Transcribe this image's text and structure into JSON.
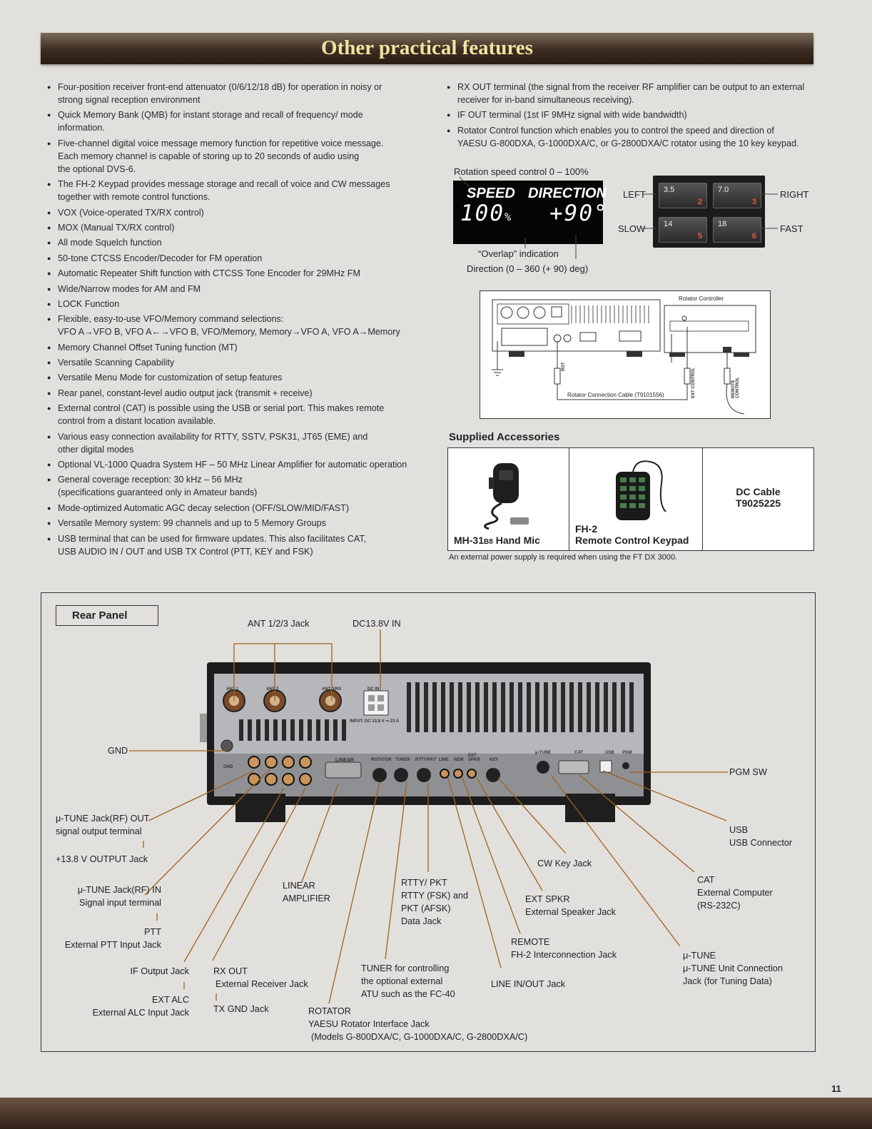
{
  "header": {
    "title": "Other practical features"
  },
  "features_left": [
    [
      "Four-position receiver front-end attenuator (0/6/12/18 dB) for operation in noisy or",
      "strong signal reception environment"
    ],
    [
      "Quick Memory Bank (QMB) for instant storage and recall of frequency/ mode",
      "information."
    ],
    [
      "Five-channel digital voice message memory function for repetitive voice message.",
      "Each memory channel is capable of storing up to 20 seconds of audio using",
      "the optional DVS-6."
    ],
    [
      "The FH-2 Keypad provides message storage and recall of voice and CW messages",
      "together with remote control functions."
    ],
    [
      "VOX (Voice-operated TX/RX control)"
    ],
    [
      "MOX (Manual TX/RX control)"
    ],
    [
      "All mode Squelch function"
    ],
    [
      "50-tone CTCSS Encoder/Decoder for FM operation"
    ],
    [
      "Automatic Repeater Shift function with CTCSS Tone Encoder for 29MHz FM"
    ],
    [
      "Wide/Narrow modes for AM and FM"
    ],
    [
      "LOCK Function"
    ],
    [
      "Flexible, easy-to-use VFO/Memory command selections:",
      "VFO A→VFO B, VFO A←→VFO B, VFO/Memory, Memory→VFO A, VFO A→Memory"
    ],
    [
      "Memory Channel Offset Tuning function (MT)"
    ],
    [
      "Versatile Scanning Capability"
    ],
    [
      "Versatile Menu Mode for customization of setup features"
    ],
    [
      "Rear panel, constant-level audio output jack (transmit + receive)"
    ],
    [
      "External control (CAT) is possible using the USB or serial port. This makes remote",
      "control from a distant location available."
    ],
    [
      "Various easy connection availability for RTTY, SSTV, PSK31, JT65 (EME) and",
      "other digital modes"
    ],
    [
      "Optional VL-1000 Quadra System HF – 50 MHz Linear Amplifier for automatic operation"
    ],
    [
      "General coverage reception: 30 kHz – 56 MHz",
      "(specifications guaranteed only in Amateur bands)"
    ],
    [
      "Mode-optimized Automatic AGC decay selection (OFF/SLOW/MID/FAST)"
    ],
    [
      "Versatile Memory system: 99 channels and up to 5 Memory Groups"
    ],
    [
      "USB terminal that can be used for firmware updates. This also facilitates CAT,",
      "USB AUDIO IN / OUT and USB TX Control (PTT, KEY and FSK)"
    ]
  ],
  "features_right": [
    [
      "RX OUT terminal (the signal from the receiver RF amplifier can be output to an external",
      "receiver for in-band simultaneous receiving)."
    ],
    [
      "IF OUT terminal (1st IF 9MHz signal with wide bandwidth)"
    ],
    [
      "Rotator Control function which enables you to control the speed and direction of",
      "YAESU G-800DXA, G-1000DXA/C, or G-2800DXA/C rotator using the 10 key keypad."
    ]
  ],
  "rotator": {
    "speed_caption": "Rotation speed control 0 – 100%",
    "lcd": {
      "speed_label": "SPEED",
      "direction_label": "DIRECTION",
      "speed_value": "100",
      "speed_unit": "%",
      "direction_value": "+90°"
    },
    "overlap_caption": "“Overlap” indication",
    "direction_caption": "Direction (0 – 360 (+ 90) deg)",
    "keys": [
      {
        "top": "3.5",
        "num": "2"
      },
      {
        "top": "7.0",
        "num": "3"
      },
      {
        "top": "14",
        "num": "5"
      },
      {
        "top": "18",
        "num": "6"
      }
    ],
    "left": "LEFT",
    "right": "RIGHT",
    "slow": "SLOW",
    "fast": "FAST",
    "diagram": {
      "controller": "Rotator Controller",
      "cable": "Rotator Connection Cable (T9101556)",
      "rot": "ROT",
      "ext": "EXT CONTROL",
      "remote": "REMOTE CONTROL"
    }
  },
  "accessories": {
    "title": "Supplied Accessories",
    "items": [
      {
        "name": "MH-31B8 Hand Mic",
        "model_prefix": "MH-31",
        "model_sub": "B8",
        "suffix": " Hand Mic"
      },
      {
        "line1": "FH-2",
        "line2": "Remote Control Keypad"
      },
      {
        "line1": "DC Cable",
        "line2": "T9025225"
      }
    ],
    "note": "An external power supply is required when using the FT DX 3000."
  },
  "rear_panel": {
    "title": "Rear Panel",
    "labels": {
      "ant": "ANT 1/2/3 Jack",
      "dc": "DC13.8V IN",
      "gnd": "GND",
      "pgm": "PGM SW",
      "tune_out": [
        "μ-TUNE Jack(RF) OUT",
        "signal output terminal"
      ],
      "out138": "+13.8 V OUTPUT Jack",
      "tune_in": [
        "μ-TUNE Jack(RF) IN",
        "Signal input terminal"
      ],
      "ptt": [
        "PTT",
        "External PTT Input Jack"
      ],
      "if_out": "IF Output Jack",
      "ext_alc": [
        "EXT ALC",
        "External ALC Input Jack"
      ],
      "rx_out": [
        "RX OUT",
        "External Receiver Jack"
      ],
      "tx_gnd": "TX GND Jack",
      "linear": [
        "LINEAR",
        "AMPLIFIER"
      ],
      "rtty": [
        "RTTY/ PKT",
        "RTTY (FSK) and",
        "PKT (AFSK)",
        "Data Jack"
      ],
      "tuner": [
        "TUNER for controlling",
        "the optional external",
        "ATU such as the FC-40"
      ],
      "rotator": [
        "ROTATOR",
        "YAESU Rotator Interface Jack",
        "(Models G-800DXA/C, G-1000DXA/C, G-2800DXA/C)"
      ],
      "cw_key": "CW Key Jack",
      "ext_spkr": [
        "EXT SPKR",
        "External Speaker Jack"
      ],
      "remote": [
        "REMOTE",
        "FH-2 Interconnection Jack"
      ],
      "line_io": "LINE IN/OUT Jack",
      "usb": [
        "USB",
        "USB Connector"
      ],
      "cat": [
        "CAT",
        "External Computer",
        "(RS-232C)"
      ],
      "mtune": [
        "μ-TUNE",
        "μ-TUNE Unit Connection",
        "Jack (for Tuning Data)"
      ]
    },
    "panel_text": {
      "ant1": "ANT 1",
      "ant2": "ANT 2",
      "ant3": "ANT 3/RX",
      "dcin": "DC IN",
      "input": "INPUT: DC 13.8 V ⎓ 23 A",
      "gnd": "GND",
      "linear": "LINEAR",
      "rotator": "ROTATOR",
      "tuner": "TUNER",
      "rtty": "RTTY/PKT",
      "line": "LINE",
      "rem": "REM",
      "extspkr": "EXT SPKR",
      "key": "KEY",
      "mtune": "μ-TUNE",
      "cat": "CAT",
      "usb": "USB",
      "pgm": "PGM"
    }
  },
  "page_number": "11",
  "colors": {
    "leader": "#a0621c",
    "banner_text": "#f3e2a1",
    "background": "#e2e0dd"
  }
}
